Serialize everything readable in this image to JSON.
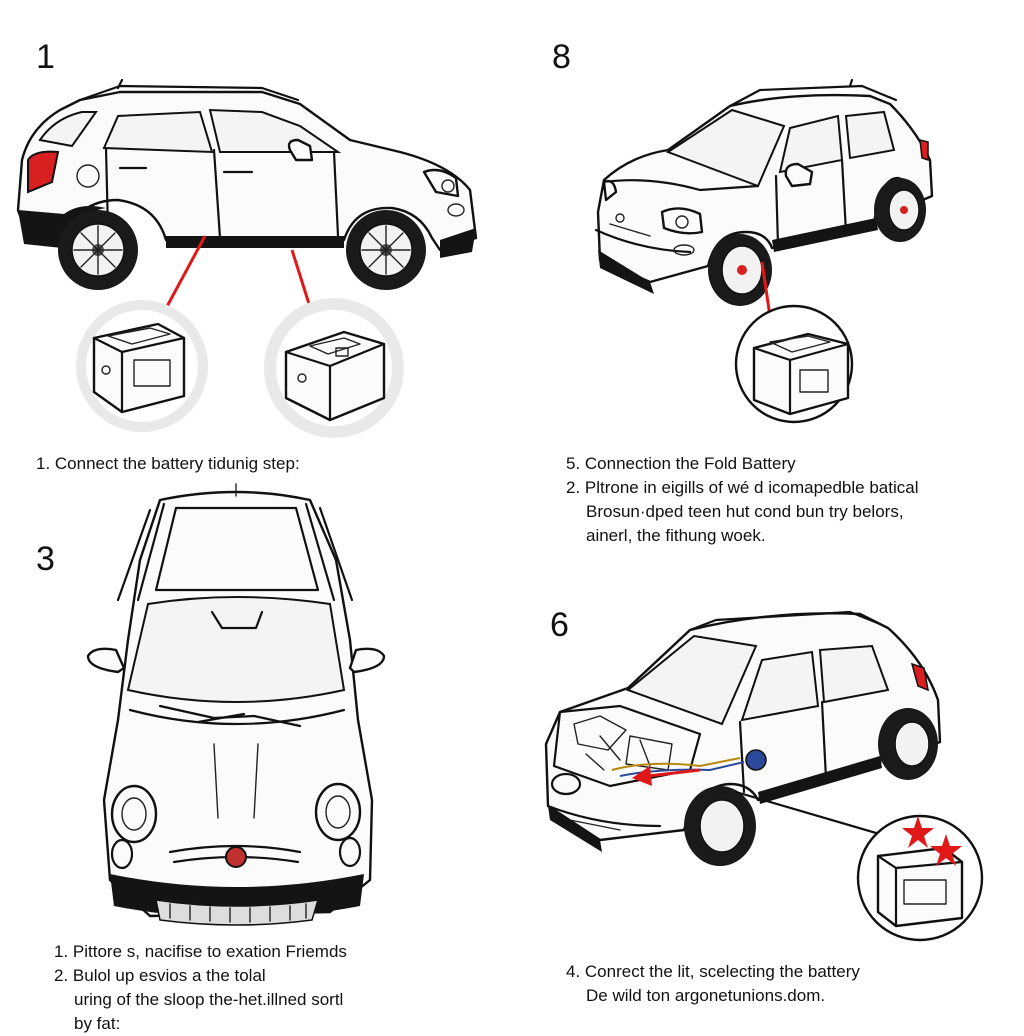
{
  "panels": [
    {
      "number": "1",
      "caption_lines": [
        "1. Connect the battery tidunig step:"
      ]
    },
    {
      "number": "8",
      "caption_lines": [
        "5. Connection the Fold Battery",
        "2. Pltrone in eigills of wé d icomapedble batical",
        "Brosun·dped teen hut cond bun try belors,",
        "ainerl, the fithung woek."
      ]
    },
    {
      "number": "3",
      "caption_lines": [
        "1. Pittore s, nacifise to exation Friemds",
        "2. Bulol up esvios a the tolal",
        "uring of the sloop the-het.illned sortl",
        "by fat:"
      ]
    },
    {
      "number": "6",
      "caption_lines": [
        "4. Conrect the lit, scelecting the battery",
        "De wild ton argonetunions.dom."
      ]
    }
  ],
  "colors": {
    "arrow": "#e01818",
    "outline": "#111111",
    "background": "#ffffff"
  }
}
